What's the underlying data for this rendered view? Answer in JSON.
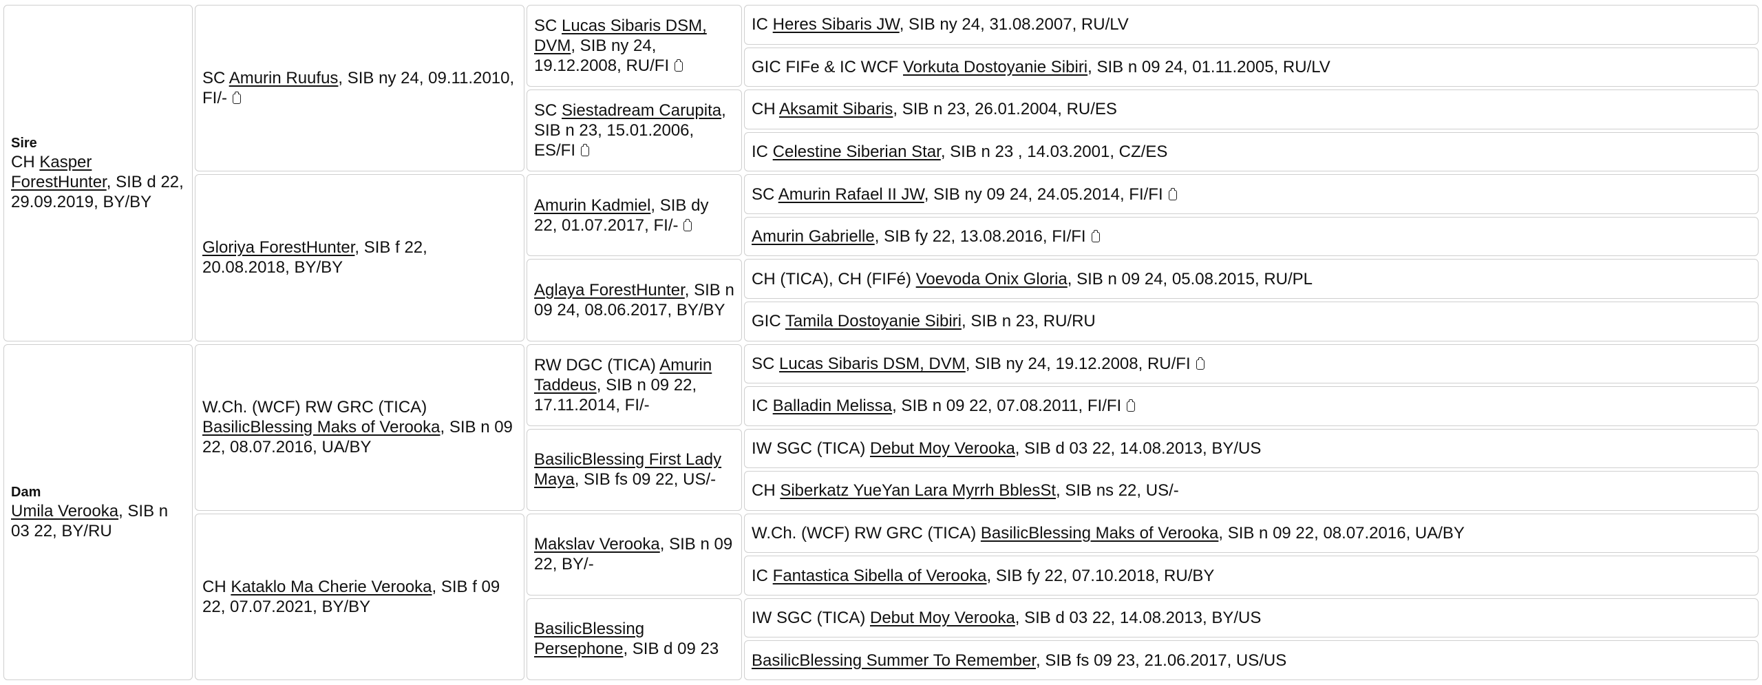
{
  "sire": {
    "label": "Sire",
    "pre": "CH",
    "name": "Kasper ForestHunter",
    "post": ", SIB d 22, 29.09.2019, BY/BY"
  },
  "dam": {
    "label": "Dam",
    "pre": "",
    "name": "Umila Verooka",
    "post": ", SIB n 03 22, BY/RU"
  },
  "gen2": [
    {
      "pre": "SC",
      "name": "Amurin Ruufus",
      "post": ", SIB ny 24, 09.11.2010, FI/-",
      "icon": true
    },
    {
      "pre": "",
      "name": "Gloriya ForestHunter",
      "post": ", SIB f 22, 20.08.2018, BY/BY",
      "icon": false
    },
    {
      "pre": "W.Ch. (WCF) RW GRC (TICA)",
      "name": "BasilicBlessing Maks of Verooka",
      "post": ", SIB n 09 22, 08.07.2016, UA/BY",
      "icon": false
    },
    {
      "pre": "CH",
      "name": "Kataklo Ma Cherie Verooka",
      "post": ", SIB f 09 22, 07.07.2021, BY/BY",
      "icon": false
    }
  ],
  "gen3": [
    {
      "pre": "SC",
      "name": "Lucas Sibaris DSM, DVM",
      "post": ", SIB ny 24, 19.12.2008, RU/FI",
      "icon": true
    },
    {
      "pre": "SC",
      "name": "Siestadream Carupita",
      "post": ", SIB n 23, 15.01.2006, ES/FI",
      "icon": true
    },
    {
      "pre": "",
      "name": "Amurin Kadmiel",
      "post": ", SIB dy  22, 01.07.2017, FI/-",
      "icon": true
    },
    {
      "pre": "",
      "name": "Aglaya ForestHunter",
      "post": ", SIB n 09 24, 08.06.2017, BY/BY",
      "icon": false
    },
    {
      "pre": "RW DGC (TICA)",
      "name": "Amurin Taddeus",
      "post": ", SIB n 09 22, 17.11.2014, FI/-",
      "icon": false
    },
    {
      "pre": "",
      "name": "BasilicBlessing First Lady Maya",
      "post": ", SIB fs 09 22, US/-",
      "icon": false
    },
    {
      "pre": "",
      "name": "Makslav Verooka",
      "post": ", SIB n 09 22, BY/-",
      "icon": false
    },
    {
      "pre": "",
      "name": "BasilicBlessing Persephone",
      "post": ", SIB d 09 23",
      "icon": false
    }
  ],
  "gen4": [
    {
      "pre": "IC",
      "name": "Heres Sibaris JW",
      "post": ", SIB ny 24, 31.08.2007, RU/LV",
      "icon": false
    },
    {
      "pre": "GIC FIFe & IC WCF",
      "name": "Vorkuta Dostoyanie Sibiri",
      "post": ", SIB n 09 24, 01.11.2005, RU/LV",
      "icon": false
    },
    {
      "pre": "CH",
      "name": "Aksamit Sibaris",
      "post": ", SIB n 23, 26.01.2004, RU/ES",
      "icon": false
    },
    {
      "pre": "IC",
      "name": "Celestine Siberian Star",
      "post": ", SIB n 23 , 14.03.2001, CZ/ES",
      "icon": false
    },
    {
      "pre": "SC",
      "name": "Amurin Rafael II JW",
      "post": ", SIB ny 09 24, 24.05.2014, FI/FI",
      "icon": true
    },
    {
      "pre": "",
      "name": "Amurin Gabrielle",
      "post": ", SIB fy 22, 13.08.2016, FI/FI",
      "icon": true
    },
    {
      "pre": "CH (TICA), CH (FIFé)",
      "name": "Voevoda Onix Gloria",
      "post": ", SIB n 09 24, 05.08.2015, RU/PL",
      "icon": false
    },
    {
      "pre": "GIC",
      "name": "Tamila Dostoyanie Sibiri",
      "post": ", SIB n 23, RU/RU",
      "icon": false
    },
    {
      "pre": "SC",
      "name": "Lucas Sibaris DSM, DVM",
      "post": ", SIB ny 24, 19.12.2008, RU/FI",
      "icon": true
    },
    {
      "pre": "IC",
      "name": "Balladin Melissa",
      "post": ", SIB n 09 22, 07.08.2011, FI/FI",
      "icon": true
    },
    {
      "pre": "IW SGC (TICA)",
      "name": "Debut Moy Verooka",
      "post": ", SIB d 03 22, 14.08.2013, BY/US",
      "icon": false
    },
    {
      "pre": "CH",
      "name": "Siberkatz YueYan Lara Myrrh BblesSt",
      "post": ", SIB ns 22, US/-",
      "icon": false
    },
    {
      "pre": "W.Ch. (WCF) RW GRC (TICA)",
      "name": "BasilicBlessing Maks of Verooka",
      "post": ", SIB n 09 22, 08.07.2016, UA/BY",
      "icon": false
    },
    {
      "pre": "IC",
      "name": "Fantastica Sibella of Verooka",
      "post": ", SIB fy 22, 07.10.2018, RU/BY",
      "icon": false
    },
    {
      "pre": "IW SGC (TICA)",
      "name": "Debut Moy Verooka",
      "post": ", SIB d 03 22, 14.08.2013, BY/US",
      "icon": false
    },
    {
      "pre": "",
      "name": "BasilicBlessing Summer To Remember",
      "post": ", SIB fs 09 23, 21.06.2017, US/US",
      "icon": false
    }
  ]
}
